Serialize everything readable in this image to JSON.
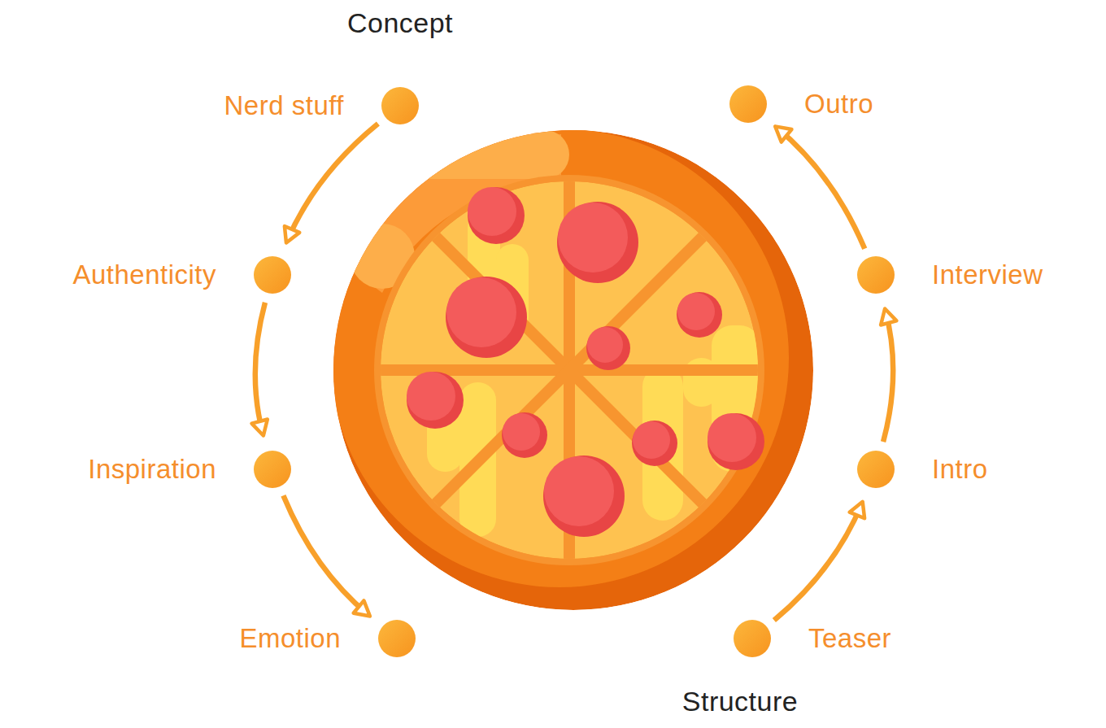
{
  "diagram": {
    "nodes": [
      {
        "text": [
          "Nerd stuff"
        ]
      },
      {
        "text": [
          "Authenticity"
        ]
      },
      {
        "text": [
          "Inspiration"
        ]
      },
      {
        "text": [
          "Emotion"
        ]
      },
      {
        "text": [
          "Outro"
        ]
      },
      {
        "text": [
          "Interview"
        ]
      },
      {
        "text": [
          "Intro"
        ]
      },
      {
        "text": [
          "Teaser"
        ]
      }
    ],
    "edges": [
      {
        "from": 0,
        "to": 1,
        "arrow": "to"
      },
      {
        "from": 1,
        "to": 2,
        "arrow": "to"
      },
      {
        "from": 2,
        "to": 3,
        "arrow": "to"
      },
      {
        "from": 7,
        "to": 6,
        "arrow": "to"
      },
      {
        "from": 6,
        "to": 5,
        "arrow": "to"
      },
      {
        "from": 5,
        "to": 4,
        "arrow": "to"
      }
    ],
    "labels": [
      "Concept",
      "Structure"
    ]
  }
}
